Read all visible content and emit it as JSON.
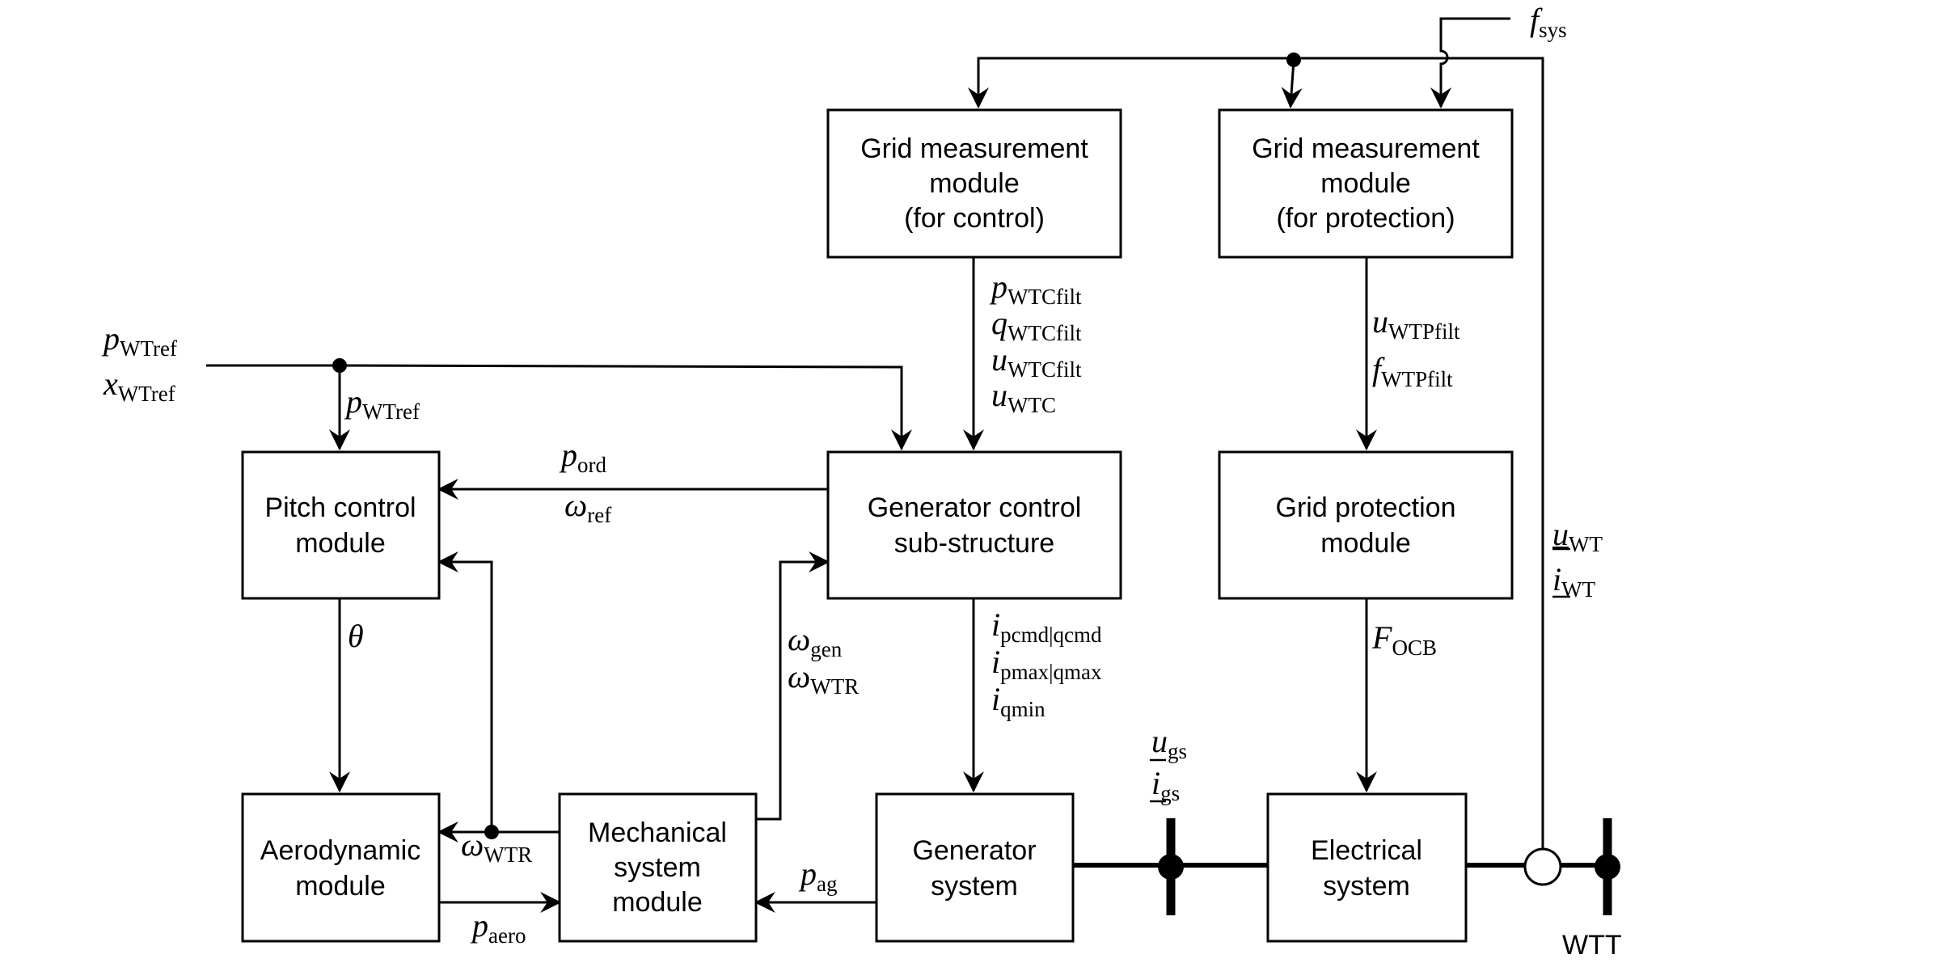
{
  "blocks": {
    "grid_meas_control": [
      "Grid measurement",
      "module",
      "(for control)"
    ],
    "grid_meas_protection": [
      "Grid measurement",
      "module",
      "(for protection)"
    ],
    "pitch_control": [
      "Pitch control",
      "module"
    ],
    "generator_control": [
      "Generator control",
      "sub-structure"
    ],
    "grid_protection": [
      "Grid protection",
      "module"
    ],
    "aerodynamic": [
      "Aerodynamic",
      "module"
    ],
    "mechanical": [
      "Mechanical",
      "system",
      "module"
    ],
    "generator_system": [
      "Generator",
      "system"
    ],
    "electrical_system": [
      "Electrical",
      "system"
    ]
  },
  "signals": {
    "f_sys": {
      "sym": "f",
      "sub": "sys"
    },
    "p_WTref_in": {
      "sym": "p",
      "sub": "WTref"
    },
    "x_WTref_in": {
      "sym": "x",
      "sub": "WTref"
    },
    "p_WTref": {
      "sym": "p",
      "sub": "WTref"
    },
    "p_WTCfilt": {
      "sym": "p",
      "sub": "WTCfilt"
    },
    "q_WTCfilt": {
      "sym": "q",
      "sub": "WTCfilt"
    },
    "u_WTCfilt": {
      "sym": "u",
      "sub": "WTCfilt"
    },
    "u_WTC": {
      "sym": "u",
      "sub": "WTC"
    },
    "u_WTPfilt": {
      "sym": "u",
      "sub": "WTPfilt"
    },
    "f_WTPfilt": {
      "sym": "f",
      "sub": "WTPfilt"
    },
    "p_ord": {
      "sym": "p",
      "sub": "ord"
    },
    "omega_ref": {
      "sym": "ω",
      "sub": "ref"
    },
    "u_WT": {
      "sym": "u",
      "sub": "WT"
    },
    "i_WT": {
      "sym": "i",
      "sub": "WT"
    },
    "theta": {
      "sym": "θ",
      "sub": ""
    },
    "omega_gen": {
      "sym": "ω",
      "sub": "gen"
    },
    "omega_WTR_a": {
      "sym": "ω",
      "sub": "WTR"
    },
    "i_pcmd_qcmd": {
      "sym": "i",
      "sub": "pcmd|qcmd"
    },
    "i_pmax_qmax": {
      "sym": "i",
      "sub": "pmax|qmax"
    },
    "i_qmin": {
      "sym": "i",
      "sub": "qmin"
    },
    "F_OCB": {
      "sym": "F",
      "sub": "OCB"
    },
    "u_gs": {
      "sym": "u",
      "sub": "gs"
    },
    "i_gs": {
      "sym": "i",
      "sub": "gs"
    },
    "omega_WTR_b": {
      "sym": "ω",
      "sub": "WTR"
    },
    "p_ag": {
      "sym": "p",
      "sub": "ag"
    },
    "p_aero": {
      "sym": "p",
      "sub": "aero"
    }
  },
  "labels": {
    "wtt": "WTT"
  }
}
